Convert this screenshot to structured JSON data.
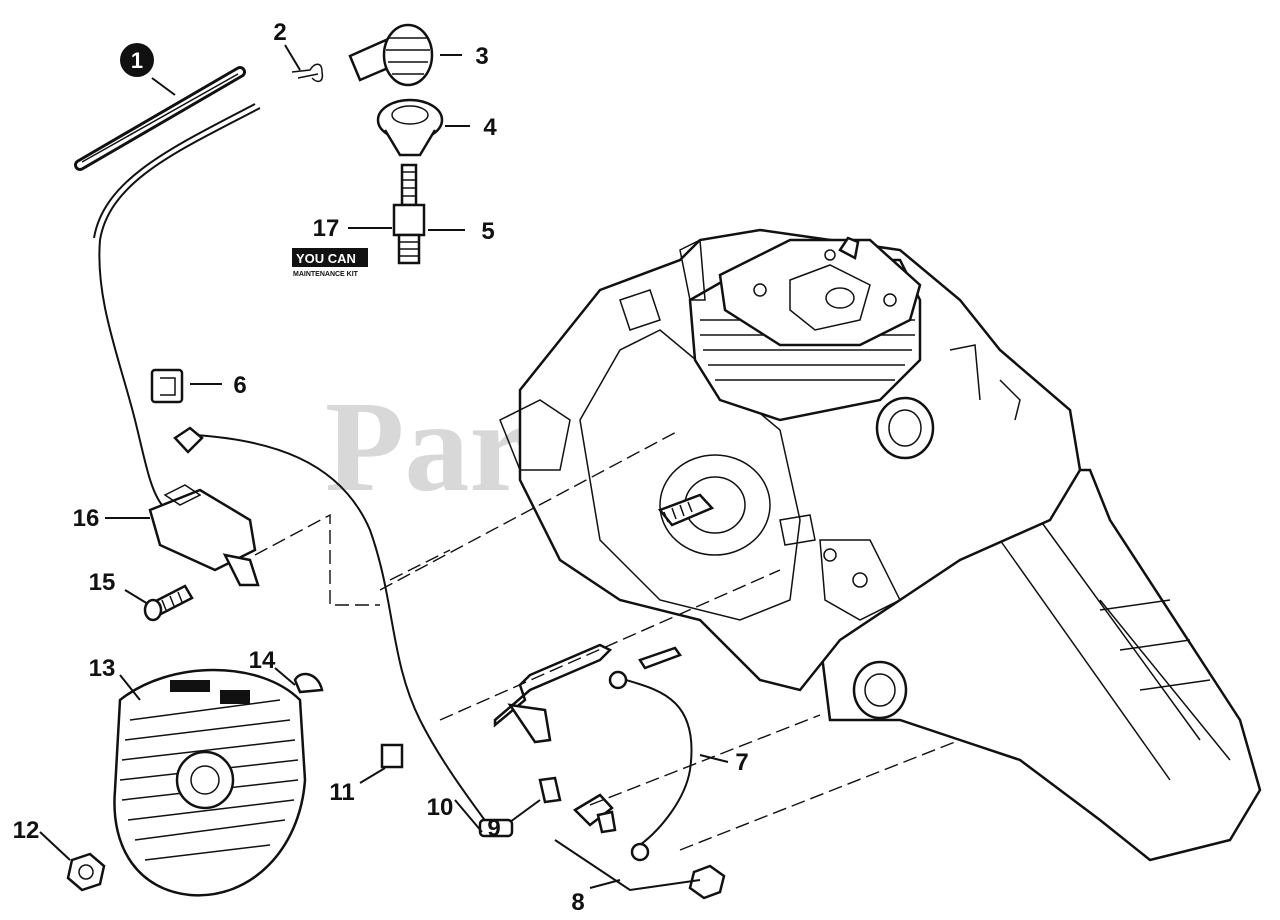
{
  "watermark": "PartsTree",
  "kit_badge": {
    "line1": "YOU CAN",
    "line2": "MAINTENANCE KIT"
  },
  "callouts": [
    {
      "id": "1",
      "highlighted": true
    },
    {
      "id": "2"
    },
    {
      "id": "3"
    },
    {
      "id": "4"
    },
    {
      "id": "5"
    },
    {
      "id": "6"
    },
    {
      "id": "7"
    },
    {
      "id": "8"
    },
    {
      "id": "9"
    },
    {
      "id": "10"
    },
    {
      "id": "11"
    },
    {
      "id": "12"
    },
    {
      "id": "13"
    },
    {
      "id": "14"
    },
    {
      "id": "15"
    },
    {
      "id": "16"
    },
    {
      "id": "17"
    }
  ],
  "colors": {
    "ink": "#111111",
    "watermark": "#d8d8d8",
    "background": "#ffffff"
  }
}
